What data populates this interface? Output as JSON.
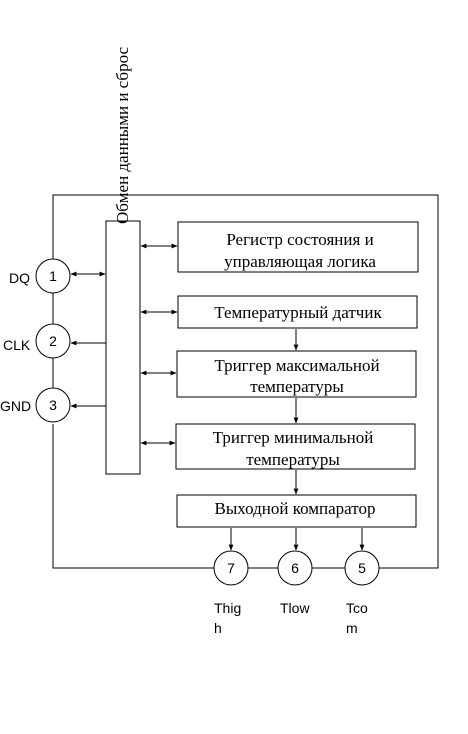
{
  "bus_label": "Обмен данными и сброс",
  "blocks": [
    {
      "lines": [
        "Регистр состояния и",
        "управляющая логика"
      ]
    },
    {
      "lines": [
        "Температурный датчик"
      ]
    },
    {
      "lines": [
        "Триггер максимальной",
        "температуры"
      ]
    },
    {
      "lines": [
        "Триггер минимальной",
        "температуры"
      ]
    },
    {
      "lines": [
        "Выходной компаратор"
      ]
    }
  ],
  "left_pins": [
    {
      "number": "1",
      "name": "DQ"
    },
    {
      "number": "2",
      "name": "CLK"
    },
    {
      "number": "3",
      "name": "GND"
    }
  ],
  "bottom_pins": [
    {
      "number": "7",
      "name_lines": [
        "Thig",
        "h"
      ]
    },
    {
      "number": "6",
      "name_lines": [
        "Tlow"
      ]
    },
    {
      "number": "5",
      "name_lines": [
        "Tco",
        "m"
      ]
    }
  ]
}
